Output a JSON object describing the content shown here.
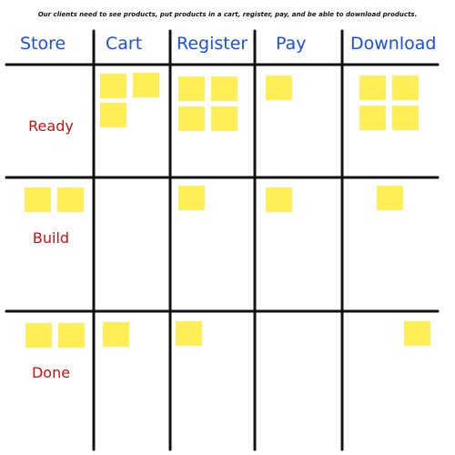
{
  "caption": "Our clients need to see products, put products in a cart, register, pay, and be able to download products.",
  "columns": [
    {
      "key": "store",
      "label": "Store"
    },
    {
      "key": "cart",
      "label": "Cart"
    },
    {
      "key": "register",
      "label": "Register"
    },
    {
      "key": "pay",
      "label": "Pay"
    },
    {
      "key": "download",
      "label": "Download"
    }
  ],
  "rows": [
    {
      "key": "ready",
      "label": "Ready"
    },
    {
      "key": "build",
      "label": "Build"
    },
    {
      "key": "done",
      "label": "Done"
    }
  ],
  "sticky_counts": {
    "ready": {
      "store": 0,
      "cart": 3,
      "register": 4,
      "pay": 1,
      "download": 4
    },
    "build": {
      "store": 2,
      "cart": 0,
      "register": 1,
      "pay": 1,
      "download": 1
    },
    "done": {
      "store": 2,
      "cart": 1,
      "register": 1,
      "pay": 0,
      "download": 1
    }
  },
  "colors": {
    "header_text": "#1a4fe0",
    "row_label_text": "#cc1111",
    "grid_line": "#111111",
    "sticky_note": "#ffee55"
  }
}
